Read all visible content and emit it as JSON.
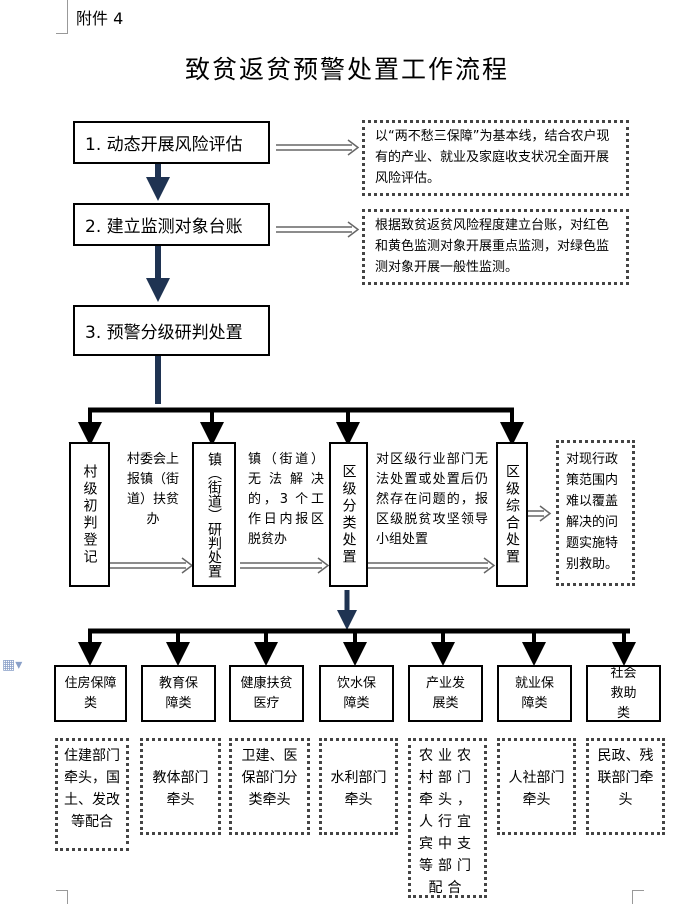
{
  "header": {
    "attachment": "附件 4"
  },
  "title": "致贫返贫预警处置工作流程",
  "steps": [
    {
      "label": "1. 动态开展风险评估"
    },
    {
      "label": "2. 建立监测对象台账"
    },
    {
      "label": "3. 预警分级研判处置"
    }
  ],
  "notes": [
    {
      "text": "以“两不愁三保障”为基本线，结合农户现有的产业、就业及家庭收支状况全面开展风险评估。"
    },
    {
      "text": "根据致贫返贫风险程度建立台账，对红色和黄色监测对象开展重点监测，对绿色监测对象开展一般性监测。"
    }
  ],
  "levels": [
    {
      "label": "村级初判登记"
    },
    {
      "label": "镇（街道）研判处置"
    },
    {
      "label": "区级分类处置"
    },
    {
      "label": "区级综合处置"
    }
  ],
  "transitions": [
    {
      "text": "村委会上报镇（街道）扶贫办"
    },
    {
      "text": "镇（街道）无法解决的，3 个工作日内报区脱贫办"
    },
    {
      "text": "对区级行业部门无法处置或处置后仍然存在问题的，报区级脱贫攻坚领导小组处置"
    }
  ],
  "final_note": {
    "text": "对现行政策范围内难以覆盖解决的问题实施特别救助。"
  },
  "categories": [
    {
      "label": "住房保障类",
      "resp": "住建部门牵头，国土、发改等配合"
    },
    {
      "label": "教育保障类",
      "resp": "教体部门牵头"
    },
    {
      "label": "健康扶贫医疗",
      "resp": "卫建、医保部门分类牵头"
    },
    {
      "label": "饮水保障类",
      "resp": "水利部门牵头"
    },
    {
      "label": "产业发展类",
      "resp": "农业农村部门牵头，人行宜宾中支等部门配合"
    },
    {
      "label": "就业保障类",
      "resp": "人社部门牵头"
    },
    {
      "label": "社会救助类",
      "resp": "民政、残联部门牵头"
    }
  ]
}
